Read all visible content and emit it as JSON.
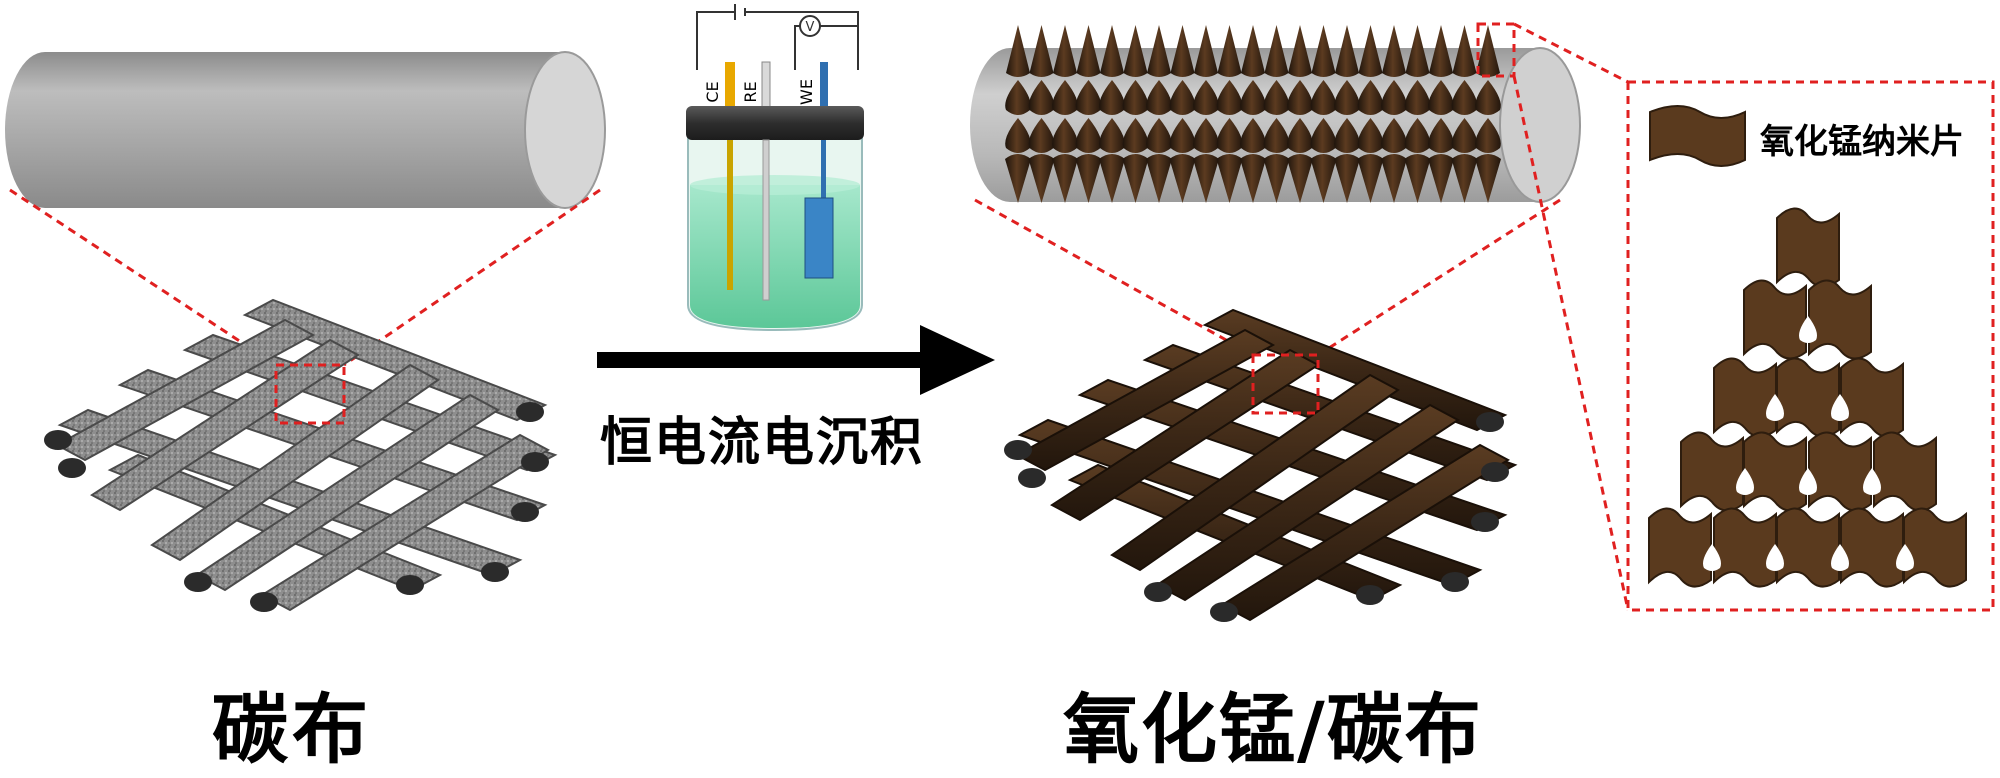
{
  "labels": {
    "carbon_cloth": "碳布",
    "product": "氧化锰/碳布",
    "process": "恒电流电沉积",
    "legend": "氧化锰纳米片"
  },
  "electrodes": {
    "counter": "CE",
    "reference": "RE",
    "working": "WE",
    "voltmeter": "V"
  },
  "colors": {
    "fiber_gray": "#9a9a9a",
    "fiber_brown": "#3b2716",
    "nanosheet_brown": "#5a3a1e",
    "dashed_red": "#e02020",
    "electrolyte": "#7ad9b8",
    "counter_electrode": "#e8a800",
    "working_electrode": "#2f6fb0"
  }
}
